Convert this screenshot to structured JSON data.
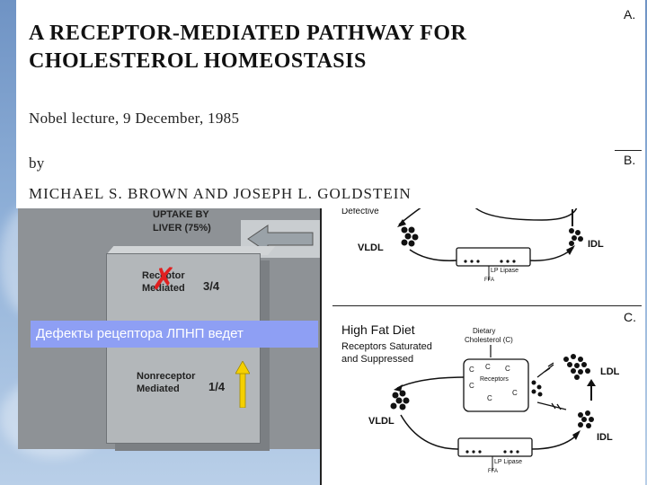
{
  "title": {
    "line1": "A RECEPTOR-MEDIATED PATHWAY FOR",
    "line2": "CHOLESTEROL  HOMEOSTASIS"
  },
  "lecture": "Nobel  lecture,  9  December,  1985",
  "by": "by",
  "authors": "MICHAEL  S.  BROWN  AND  JOSEPH  L.  GOLDSTEIN",
  "left_figure": {
    "uptake_label": "UPTAKE BY LIVER (75%)",
    "receptor_label": "Receptor Mediated",
    "receptor_fraction": "3/4",
    "nonreceptor_label": "Nonreceptor Mediated",
    "nonreceptor_fraction": "1/4"
  },
  "caption": "Дефекты рецептора ЛПНП ведет",
  "right_figure": {
    "panel_a": "A.",
    "panel_b": "B.",
    "panel_c": "C.",
    "b_defective": "Defective",
    "b_vldl": "VLDL",
    "b_idl": "IDL",
    "b_lipase": "LP Lipase",
    "b_ffa": "FFA",
    "c_title": "High Fat Diet",
    "c_subtitle_1": "Receptors Saturated",
    "c_subtitle_2": "and Suppressed",
    "c_dietary_1": "Dietary",
    "c_dietary_2": "Cholesterol (C)",
    "c_receptors": "Receptors",
    "c_ldl": "LDL",
    "c_vldl": "VLDL",
    "c_idl": "IDL",
    "c_lipase": "LP Lipase",
    "c_ffa": "FFA"
  },
  "colors": {
    "caption_bg": "#8e9ff4",
    "x_mark": "#e02020",
    "up_arrow": "#f5d000"
  }
}
